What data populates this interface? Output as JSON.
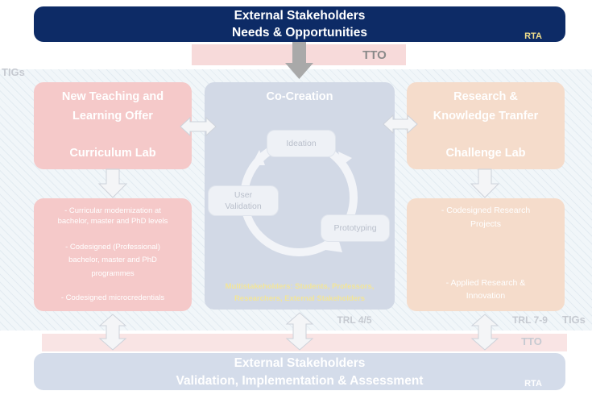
{
  "top_bar": {
    "line1": "External Stakeholders",
    "line2": "Needs & Opportunities",
    "tag": "RTA"
  },
  "tto_top": "TTO",
  "tigs_left": "TIGs",
  "tigs_right": "TIGs",
  "left_box": {
    "title1": "New Teaching and",
    "title2": "Learning Offer",
    "subtitle": "Curriculum Lab"
  },
  "center_box": {
    "title": "Co-Creation",
    "footer1": "Multistakeholders: Students, Professors,",
    "footer2": "Researchers, External Stakeholders"
  },
  "cycle": {
    "ideation": "Ideation",
    "user_validation1": "User",
    "user_validation2": "Validation",
    "prototyping": "Prototyping"
  },
  "right_box": {
    "title1": "Research &",
    "title2": "Knowledge Tranfer",
    "subtitle": "Challenge Lab"
  },
  "left_detail": {
    "item1a": "- Curricular modernization at",
    "item1b": "bachelor, master and PhD levels",
    "item2a": "- Codesigned (Professional)",
    "item2b": "bachelor, master and PhD",
    "item2c": "programmes",
    "item3": "- Codesigned microcredentials"
  },
  "right_detail": {
    "item1a": "- Codesigned Research",
    "item1b": "Projects",
    "item2a": "- Applied Research &",
    "item2b": "Innovation"
  },
  "trl_left": "TRL 4/5",
  "trl_right": "TRL 7-9",
  "tto_bottom": "TTO",
  "bottom_bar": {
    "line1": "External Stakeholders",
    "line2": "Validation, Implementation & Assessment",
    "tag": "RTA"
  },
  "colors": {
    "navy": "#0d2b66",
    "pink": "#f5c9c9",
    "blue": "#d2d9e6",
    "tan": "#f5dccb"
  }
}
